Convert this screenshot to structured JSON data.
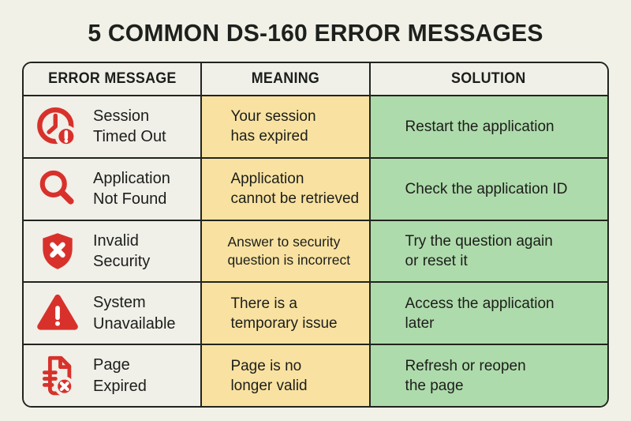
{
  "title": "5 COMMON DS-160 ERROR MESSAGES",
  "table": {
    "headers": [
      "ERROR MESSAGE",
      "MEANING",
      "SOLUTION"
    ],
    "rows": [
      {
        "icon": "clock-alert-icon",
        "error": "Session\nTimed Out",
        "meaning": "Your session\nhas expired",
        "solution": "Restart the application"
      },
      {
        "icon": "magnifier-icon",
        "error": "Application\nNot Found",
        "meaning": "Application\ncannot be retrieved",
        "solution": "Check the application ID"
      },
      {
        "icon": "shield-x-icon",
        "error": "Invalid\nSecurity",
        "meaning": "Answer to security\nquestion is incorrect",
        "solution": "Try the question again\nor reset it"
      },
      {
        "icon": "warning-triangle-icon",
        "error": "System\nUnavailable",
        "meaning": "There is a\ntemporary issue",
        "solution": "Access the application\nlater"
      },
      {
        "icon": "page-x-icon",
        "error": "Page\nExpired",
        "meaning": "Page is no\nlonger valid",
        "solution": "Refresh or reopen\nthe page"
      }
    ]
  },
  "colors": {
    "background": "#f2f1e8",
    "cell": "#f0efe8",
    "meaning_yellow": "#f9e2a1",
    "solution_green": "#aedbab",
    "icon_red": "#d8312b",
    "border": "#21241f",
    "text": "#1c1e1b"
  }
}
